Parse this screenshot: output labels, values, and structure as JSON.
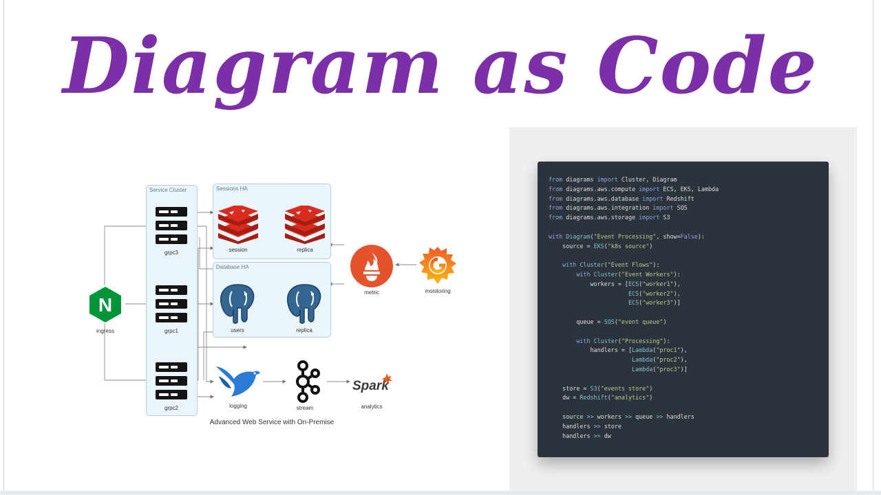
{
  "title": "Diagram as Code",
  "diagram": {
    "clusters": {
      "service": "Service Cluster",
      "sessions": "Sessions HA",
      "database": "Database HA"
    },
    "nodes": {
      "ingress": "ingress",
      "grpc3": "grpc3",
      "grpc1": "grpc1",
      "grpc2": "grpc2",
      "session": "session",
      "session_replica": "replica",
      "users": "users",
      "db_replica": "replica",
      "metric": "metric",
      "monitoring": "monitoring",
      "logging": "logging",
      "stream": "stream",
      "analytics": "analytics"
    },
    "nginx_letter": "N",
    "spark_text": "Spark",
    "caption": "Advanced Web Service with On-Premise"
  },
  "code_lines": [
    [
      [
        "kw",
        "from"
      ],
      [
        "t",
        " diagrams "
      ],
      [
        "kw",
        "import"
      ],
      [
        "t",
        " Cluster, Diagram"
      ]
    ],
    [
      [
        "kw",
        "from"
      ],
      [
        "t",
        " diagrams.aws.compute "
      ],
      [
        "kw",
        "import"
      ],
      [
        "t",
        " ECS, EKS, Lambda"
      ]
    ],
    [
      [
        "kw",
        "from"
      ],
      [
        "t",
        " diagrams.aws.database "
      ],
      [
        "kw",
        "import"
      ],
      [
        "t",
        " Redshift"
      ]
    ],
    [
      [
        "kw",
        "from"
      ],
      [
        "t",
        " diagrams.aws.integration "
      ],
      [
        "kw",
        "import"
      ],
      [
        "t",
        " SQS"
      ]
    ],
    [
      [
        "kw",
        "from"
      ],
      [
        "t",
        " diagrams.aws.storage "
      ],
      [
        "kw",
        "import"
      ],
      [
        "t",
        " S3"
      ]
    ],
    [],
    [
      [
        "kw",
        "with"
      ],
      [
        "t",
        " "
      ],
      [
        "fn",
        "Diagram"
      ],
      [
        "t",
        "("
      ],
      [
        "str",
        "\"Event Processing\""
      ],
      [
        "t",
        ", show="
      ],
      [
        "kw",
        "False"
      ],
      [
        "t",
        "):"
      ]
    ],
    [
      [
        "t",
        "    source = "
      ],
      [
        "fn",
        "EKS"
      ],
      [
        "t",
        "("
      ],
      [
        "str",
        "\"k8s source\""
      ],
      [
        "t",
        ")"
      ]
    ],
    [],
    [
      [
        "t",
        "    "
      ],
      [
        "kw",
        "with"
      ],
      [
        "t",
        " "
      ],
      [
        "fn",
        "Cluster"
      ],
      [
        "t",
        "("
      ],
      [
        "str",
        "\"Event Flows\""
      ],
      [
        "t",
        "):"
      ]
    ],
    [
      [
        "t",
        "        "
      ],
      [
        "kw",
        "with"
      ],
      [
        "t",
        " "
      ],
      [
        "fn",
        "Cluster"
      ],
      [
        "t",
        "("
      ],
      [
        "str",
        "\"Event Workers\""
      ],
      [
        "t",
        "):"
      ]
    ],
    [
      [
        "t",
        "            workers = ["
      ],
      [
        "fn",
        "ECS"
      ],
      [
        "t",
        "("
      ],
      [
        "str",
        "\"worker1\""
      ],
      [
        "t",
        "),"
      ]
    ],
    [
      [
        "t",
        "                       "
      ],
      [
        "fn",
        "ECS"
      ],
      [
        "t",
        "("
      ],
      [
        "str",
        "\"worker2\""
      ],
      [
        "t",
        "),"
      ]
    ],
    [
      [
        "t",
        "                       "
      ],
      [
        "fn",
        "ECS"
      ],
      [
        "t",
        "("
      ],
      [
        "str",
        "\"worker3\""
      ],
      [
        "t",
        ")]"
      ]
    ],
    [],
    [
      [
        "t",
        "        queue = "
      ],
      [
        "fn",
        "SQS"
      ],
      [
        "t",
        "("
      ],
      [
        "str",
        "\"event queue\""
      ],
      [
        "t",
        ")"
      ]
    ],
    [],
    [
      [
        "t",
        "        "
      ],
      [
        "kw",
        "with"
      ],
      [
        "t",
        " "
      ],
      [
        "fn",
        "Cluster"
      ],
      [
        "t",
        "("
      ],
      [
        "str",
        "\"Processing\""
      ],
      [
        "t",
        "):"
      ]
    ],
    [
      [
        "t",
        "            handlers = ["
      ],
      [
        "fn",
        "Lambda"
      ],
      [
        "t",
        "("
      ],
      [
        "str",
        "\"proc1\""
      ],
      [
        "t",
        "),"
      ]
    ],
    [
      [
        "t",
        "                        "
      ],
      [
        "fn",
        "Lambda"
      ],
      [
        "t",
        "("
      ],
      [
        "str",
        "\"proc2\""
      ],
      [
        "t",
        "),"
      ]
    ],
    [
      [
        "t",
        "                        "
      ],
      [
        "fn",
        "Lambda"
      ],
      [
        "t",
        "("
      ],
      [
        "str",
        "\"proc3\""
      ],
      [
        "t",
        ")]"
      ]
    ],
    [],
    [
      [
        "t",
        "    store = "
      ],
      [
        "fn",
        "S3"
      ],
      [
        "t",
        "("
      ],
      [
        "str",
        "\"events store\""
      ],
      [
        "t",
        ")"
      ]
    ],
    [
      [
        "t",
        "    dw = "
      ],
      [
        "fn",
        "Redshift"
      ],
      [
        "t",
        "("
      ],
      [
        "str",
        "\"analytics\""
      ],
      [
        "t",
        ")"
      ]
    ],
    [],
    [
      [
        "t",
        "    source "
      ],
      [
        "op",
        ">>"
      ],
      [
        "t",
        " workers "
      ],
      [
        "op",
        ">>"
      ],
      [
        "t",
        " queue "
      ],
      [
        "op",
        ">>"
      ],
      [
        "t",
        " handlers"
      ]
    ],
    [
      [
        "t",
        "    handlers "
      ],
      [
        "op",
        ">>"
      ],
      [
        "t",
        " store"
      ]
    ],
    [
      [
        "t",
        "    handlers "
      ],
      [
        "op",
        ">>"
      ],
      [
        "t",
        " dw"
      ]
    ]
  ],
  "colors": {
    "title": "#7b2fa8",
    "redis": "#d82c20",
    "postgres": "#336791",
    "prometheus": "#e6522c",
    "grafana": "#f46800",
    "nginx": "#009639",
    "fluentd": "#2a7bd6",
    "code_bg": "#2d333d"
  },
  "icons": [
    "server-icon",
    "redis-icon",
    "postgresql-icon",
    "prometheus-icon",
    "grafana-icon",
    "nginx-icon",
    "fluentd-icon",
    "kafka-icon",
    "spark-icon"
  ]
}
